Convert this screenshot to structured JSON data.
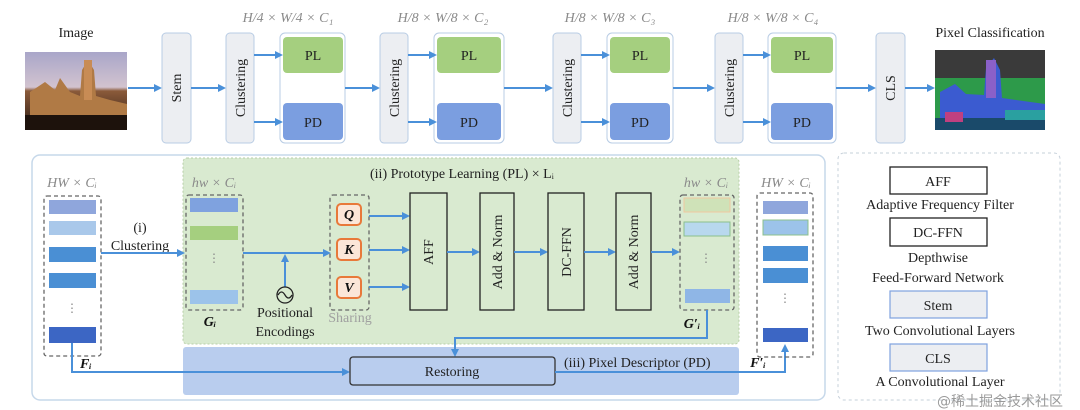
{
  "top": {
    "input_label": "Image",
    "stem_label": "Stem",
    "clustering_label": "Clustering",
    "pl_label": "PL",
    "pd_label": "PD",
    "cls_label": "CLS",
    "output_label": "Pixel Classification",
    "stages": [
      {
        "dims": "H/4 × W/4 × C₁"
      },
      {
        "dims": "H/8 × W/8 × C₂"
      },
      {
        "dims": "H/8 × W/8 × C₃"
      },
      {
        "dims": "H/8 × W/8 × C₄"
      }
    ]
  },
  "detail": {
    "input_dims": "HW × Cᵢ",
    "clustering_step": "(i)",
    "clustering_label": "Clustering",
    "proto_dims": "hw × Cᵢ",
    "G_label": "Gᵢ",
    "pos_enc_line1": "Positional",
    "pos_enc_line2": "Encodings",
    "q": "Q",
    "k": "K",
    "v": "V",
    "sharing": "Sharing",
    "pl_title": "(ii) Prototype Learning (PL) × Lᵢ",
    "blocks": [
      "AFF",
      "Add & Norm",
      "DC-FFN",
      "Add & Norm"
    ],
    "out_proto_dims": "hw × Cᵢ",
    "G_prime_label": "G′ᵢ",
    "output_dims": "HW × Cᵢ",
    "F_label": "Fᵢ",
    "F_prime_label": "F′ᵢ",
    "restoring": "Restoring",
    "pd_title": "(iii) Pixel Descriptor (PD)"
  },
  "legend": {
    "items": [
      {
        "box": "AFF",
        "desc": [
          "Adaptive Frequency Filter"
        ]
      },
      {
        "box": "DC-FFN",
        "desc": [
          "Depthwise",
          "Feed-Forward Network"
        ]
      },
      {
        "box": "Stem",
        "desc": [
          "Two Convolutional Layers"
        ]
      },
      {
        "box": "CLS",
        "desc": [
          "A Convolutional Layer"
        ]
      }
    ]
  },
  "watermark": "@稀土掘金技术社区",
  "colors": {
    "arrow": "#4a90d9",
    "pl_green": "#a5cf7f",
    "pd_blue": "#7b9ee0",
    "pl_panel": "#d9ead0",
    "pd_panel": "#b9cdee",
    "qkv_border": "#e8793a"
  }
}
